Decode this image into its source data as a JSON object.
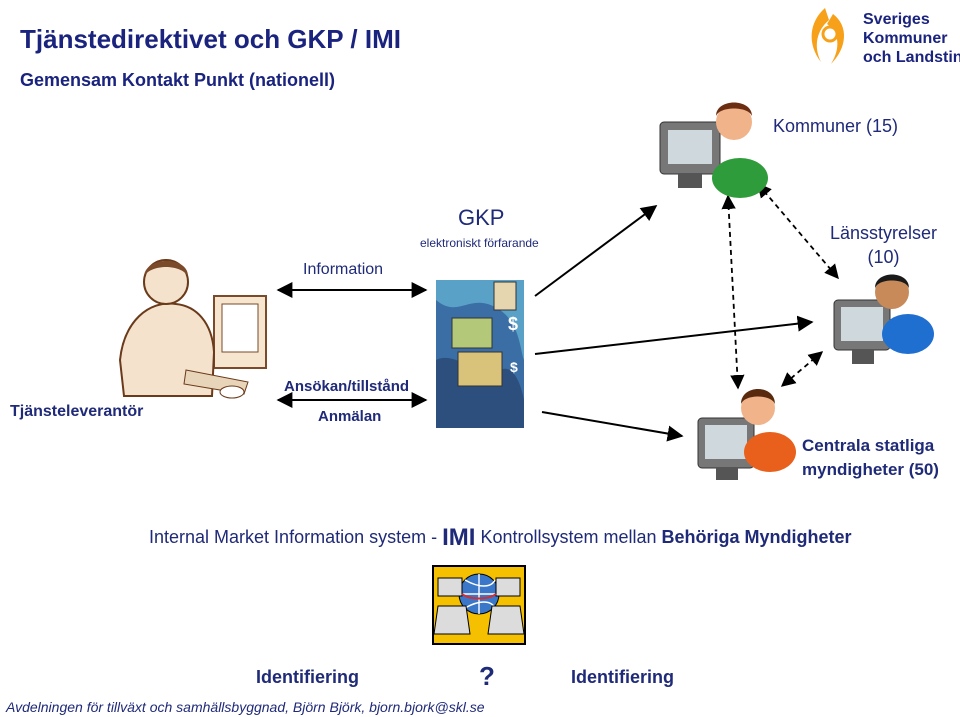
{
  "title": "Tjänstedirektivet och GKP / IMI",
  "subtitle": "Gemensam Kontakt Punkt (nationell)",
  "logo": {
    "line1": "Sveriges",
    "line2": "Kommuner",
    "line3": "och Landsting"
  },
  "nodes": {
    "kommuner": "Kommuner (15)",
    "lansstyrelser_line1": "Länsstyrelser",
    "lansstyrelser_line2": "(10)",
    "tjansteleverantor": "Tjänsteleverantör",
    "centrala_line1": "Centrala statliga",
    "centrala_line2": "myndigheter (50)"
  },
  "gkp": {
    "title": "GKP",
    "subtitle": "elektroniskt förfarande"
  },
  "arrows": {
    "information": "Information",
    "ansokan": "Ansökan/tillstånd",
    "anmalan": "Anmälan"
  },
  "imi": {
    "prefix": "Internal Market Information system - ",
    "acronym": "IMI",
    "middle": " Kontrollsystem mellan ",
    "bold": "Behöriga Myndigheter"
  },
  "identification": {
    "left": "Identifiering",
    "question": "?",
    "right": "Identifiering"
  },
  "footer": "Avdelningen för tillväxt och samhällsbyggnad, Björn Björk, bjorn.bjork@skl.se",
  "colors": {
    "text": "#1f2a78",
    "logo_orange": "#f7a11a",
    "person_green": "#2e9c3a",
    "person_blue": "#1f6fd1",
    "person_orange": "#e8601c"
  }
}
